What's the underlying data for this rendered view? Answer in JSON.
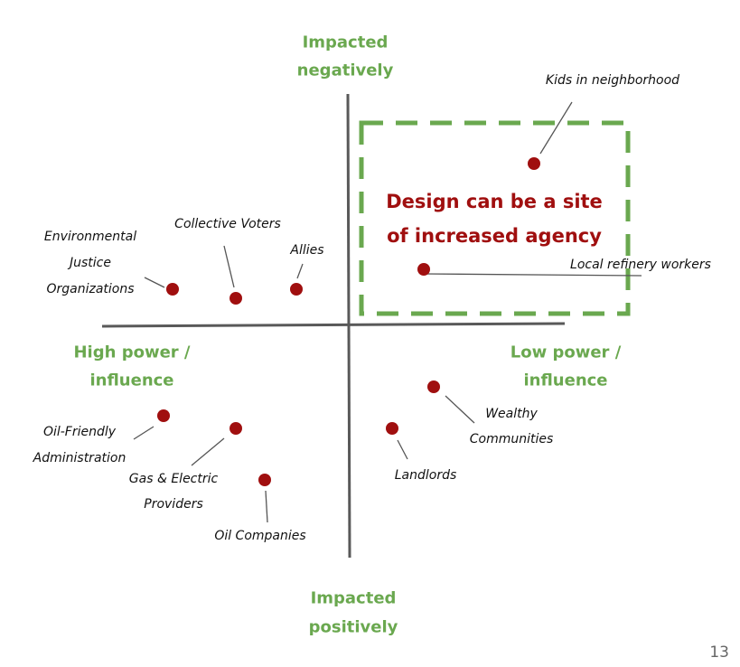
{
  "axes": {
    "top": [
      "Impacted",
      "negatively"
    ],
    "bottom": [
      "Impacted",
      "positively"
    ],
    "left": [
      "High power /",
      "influence"
    ],
    "right": [
      "Low power /",
      "influence"
    ]
  },
  "callout": [
    "Design can be a site",
    "of increased agency"
  ],
  "stakeholders": {
    "kids": "Kids in neighborhood",
    "refinery": "Local refinery workers",
    "ej": [
      "Environmental",
      "Justice",
      "Organizations"
    ],
    "voters": "Collective Voters",
    "allies": "Allies",
    "oilfriendly": [
      "Oil-Friendly",
      "Administration"
    ],
    "gas": [
      "Gas & Electric",
      "Providers"
    ],
    "oilco": "Oil Companies",
    "wealthy": [
      "Wealthy",
      "Communities"
    ],
    "landlords": "Landlords"
  },
  "page_number": "13",
  "colors": {
    "green": "#6aa84f",
    "red": "#a00f0f",
    "axis": "#595959"
  }
}
